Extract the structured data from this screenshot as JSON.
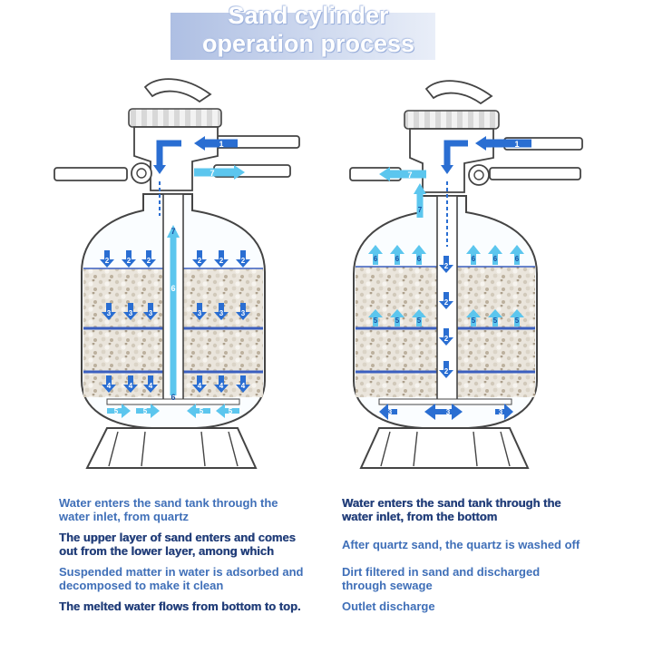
{
  "title": {
    "line1": "Sand cylinder",
    "line2": "operation process"
  },
  "left_captions": [
    "Water enters the sand tank through the water inlet, from quartz",
    "The upper layer of sand enters and comes out from the lower layer, among which",
    "Suspended matter in water is adsorbed and decomposed to make it clean",
    "The melted water flows from bottom to top."
  ],
  "right_captions": [
    "Water enters the sand tank through the water inlet, from the bottom",
    "After quartz sand, the quartz is washed off",
    "Dirt filtered in sand and discharged through sewage",
    "Outlet discharge"
  ],
  "left_arrow_numbers": {
    "inlet": "1",
    "down_top": "2",
    "sand_mid": "3",
    "sand_low": "4",
    "bottom": "5",
    "rise": "6",
    "outlet": "7"
  },
  "right_arrow_numbers": {
    "inlet": "1",
    "down_center": "2",
    "bottom": "3",
    "sand_up": "5",
    "top_up": "6",
    "outlet": "7"
  },
  "colors": {
    "arrow_light": "#5cc6ee",
    "arrow_dark": "#2a6ed2",
    "layer_line": "#3b5fbf",
    "caption_blue": "#3f6fb8",
    "caption_dark": "#233f7a"
  }
}
